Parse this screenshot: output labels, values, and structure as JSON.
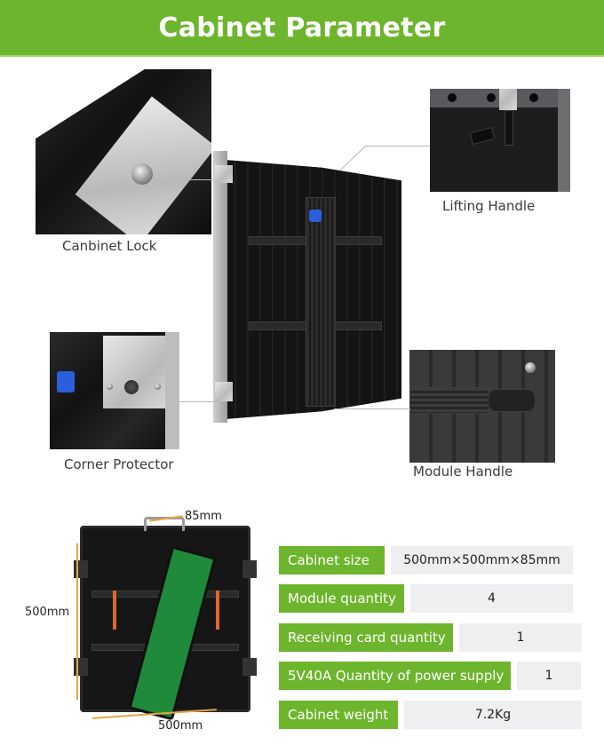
{
  "header": {
    "title": "Cabinet Parameter",
    "background_color": "#6db52c"
  },
  "callouts": [
    {
      "id": "cabinet-lock",
      "caption": "Canbinet Lock"
    },
    {
      "id": "lifting-handle",
      "caption": "Lifting Handle"
    },
    {
      "id": "corner-protector",
      "caption": "Corner Protector"
    },
    {
      "id": "module-handle",
      "caption": "Module Handle"
    }
  ],
  "dimensions": {
    "depth": "85mm",
    "height": "500mm",
    "width": "500mm"
  },
  "specs": [
    {
      "label": "Cabinet size",
      "value": "500mm×500mm×85mm"
    },
    {
      "label": "Module quantity",
      "value": "4"
    },
    {
      "label": "Receiving card quantity",
      "value": "1"
    },
    {
      "label": "5V40A Quantity of power supply",
      "value": "1"
    },
    {
      "label": "Cabinet weight",
      "value": "7.2Kg"
    }
  ],
  "colors": {
    "accent_green": "#6db52c",
    "value_bg": "#efeff1",
    "dimension_line": "#e6a640"
  }
}
